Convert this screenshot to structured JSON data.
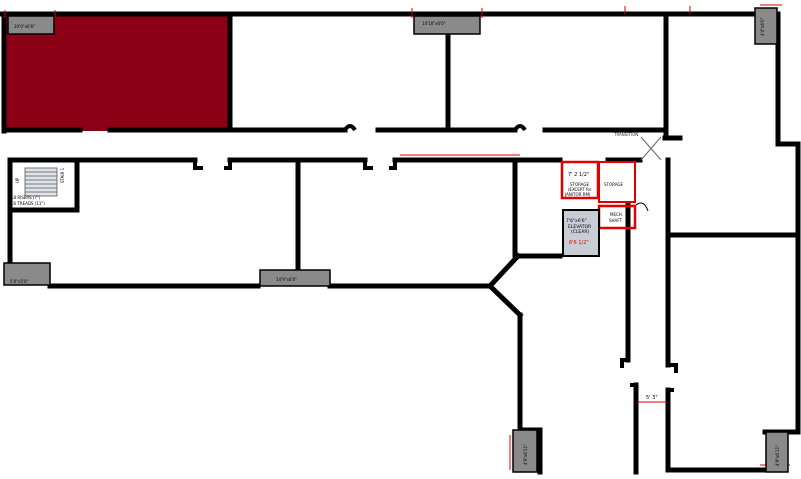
{
  "plan": {
    "colors": {
      "wall": "#000000",
      "highlight_room": "#8b0015",
      "window_box": "#8a8a8a",
      "dimension_red": "#e00000",
      "elevator_fill": "#c8ccd4",
      "storage_outline": "#e00000"
    },
    "window_labels": {
      "top_left": "10'0\"x6'6\"",
      "top_middle": "14'10\"x6'0\"",
      "top_right": "4'4\"x6'0\"",
      "left_mid": "5'0\"x5'0\"",
      "center_bottom": "14'9\"x6'0\"",
      "bottom_middle": "4'9\"x6'11\"",
      "bottom_right": "4'9\"x6'11\""
    },
    "stair": {
      "title": "STAIR 1",
      "up_label": "UP",
      "risers": "18 RISERS (7\")",
      "treads": "16 TREADS (11\")"
    },
    "storage": {
      "dimension": "7' 2 1/2\"",
      "label_line1": "STORAGE",
      "label_line2": "(EXCEPT for",
      "label_line3": "JANITOR RM)"
    },
    "storage2": {
      "label": "STORAGE"
    },
    "mech": {
      "line1": "MECH.",
      "line2": "SHAFT"
    },
    "elevator": {
      "size": "7'6\"x6'6\"",
      "label": "ELEVATOR",
      "clear": "(CLEAR)",
      "bottom_dim": "6'6 1/2\""
    },
    "transition_label": "TRANSITION",
    "corridor_dim": "5' 3\""
  }
}
